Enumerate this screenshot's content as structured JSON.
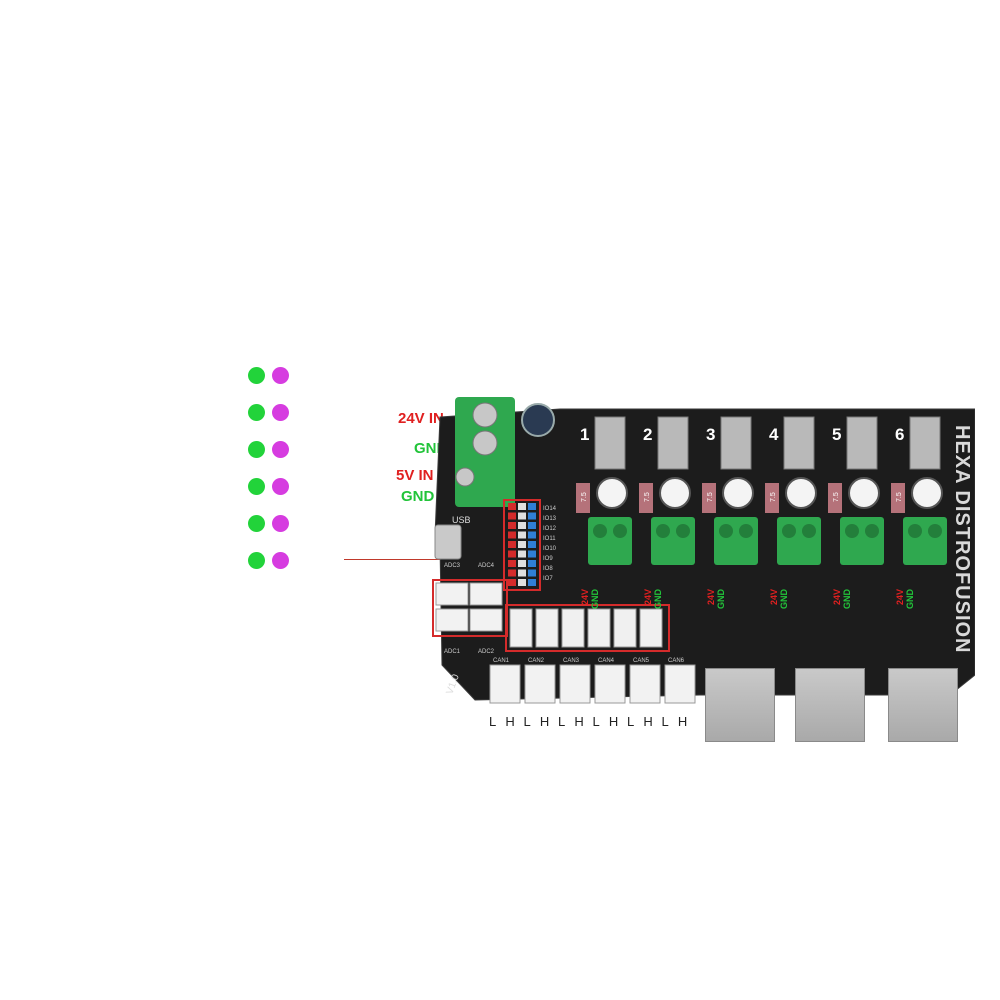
{
  "legend": {
    "rows": 6,
    "colors": {
      "left": "#22d33a",
      "right": "#d63ce0"
    }
  },
  "power": {
    "v24_label": "24V IN",
    "gnd1_label": "GND",
    "v5_label": "5V IN",
    "gnd2_label": "GND",
    "v24_color": "#e02020",
    "gnd_color": "#22c43a"
  },
  "board": {
    "brand": "HEXA DISTROFUSION",
    "usb_label": "USB",
    "version": "V1.0",
    "channels": [
      "1",
      "2",
      "3",
      "4",
      "5",
      "6"
    ],
    "fuse_label": "7.5",
    "io_labels": [
      "IO14",
      "IO13",
      "IO12",
      "IO11",
      "IO10",
      "IO9",
      "IO8",
      "IO7"
    ],
    "adc_labels": [
      "ADC3",
      "ADC4",
      "ADC1",
      "ADC2"
    ],
    "can_labels": [
      "CAN1",
      "CAN2",
      "CAN3",
      "CAN4",
      "CAN5",
      "CAN6"
    ],
    "out_labels": {
      "pos": "24V",
      "neg": "GND"
    },
    "colors": {
      "pcb": "#1c1c1c",
      "terminal": "#2fa84f",
      "header_blue": "#2f7fd6",
      "highlight": "#d42b2b"
    }
  },
  "connectors": {
    "lh_labels": [
      "L H",
      "L H",
      "L H",
      "L H",
      "L H",
      "L H"
    ]
  }
}
